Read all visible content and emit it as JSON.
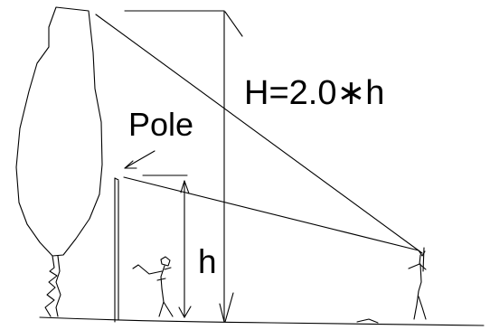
{
  "labels": {
    "height_formula": "H=2.0∗h",
    "pole": "Pole",
    "small_h": "h"
  },
  "colors": {
    "ink": "#000000",
    "background": "#ffffff"
  },
  "icons": [
    "tree-icon",
    "pole-icon",
    "person-at-pole-icon",
    "observer-person-icon"
  ]
}
